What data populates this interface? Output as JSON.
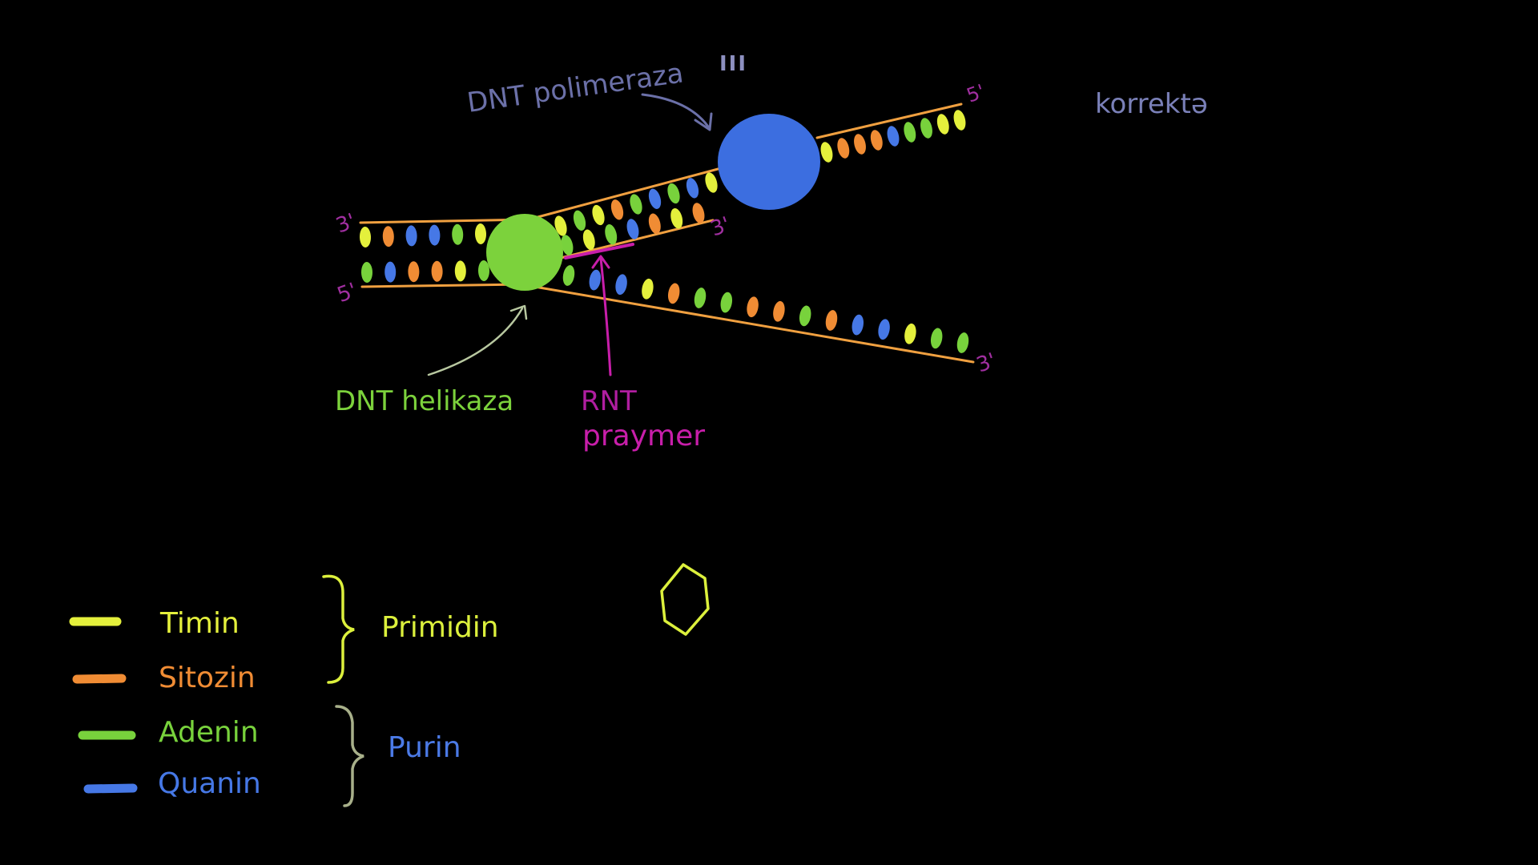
{
  "colors": {
    "background": "#000000",
    "strand": "#f0a040",
    "thymine": "#e4f03c",
    "cytosine": "#f08c34",
    "adenine": "#78d23c",
    "guanine": "#4678e6",
    "helicase": "#7cd23c",
    "polymerase": "#3c6ee0",
    "primer": "#c81eaa",
    "end_label": "#a02fa0",
    "polymerase_label": "#6b70a8",
    "korrekte_label": "#7a80b8",
    "pyrimidine_group": "#dcf03c",
    "purine_group": "#4b7ae6"
  },
  "diagram": {
    "polymerase_label": "DNT polimeraza",
    "polymerase_numeral": "III",
    "korrekte_label": "korrektə",
    "helicase_label": "DNT helikaza",
    "primer_label_line1": "RNT",
    "primer_label_line2": "praymer",
    "end_labels": {
      "left_top": "3'",
      "left_bottom": "5'",
      "upper_right": "5'",
      "inner": "3'",
      "lower_right": "3'"
    },
    "base_sequences": {
      "left_top": [
        "T",
        "C",
        "G",
        "G",
        "A",
        "T"
      ],
      "left_bottom": [
        "A",
        "G",
        "C",
        "C",
        "T",
        "A"
      ],
      "upper_template": [
        "T",
        "A",
        "T",
        "C",
        "A",
        "G",
        "A",
        "G",
        "T"
      ],
      "upper_far": [
        "T",
        "C",
        "C",
        "C",
        "G",
        "A",
        "A",
        "T",
        "T"
      ],
      "new_strand": [
        "A",
        "T",
        "A",
        "G",
        "C",
        "T",
        "C"
      ],
      "lower_template": [
        "A",
        "G",
        "G",
        "T",
        "C",
        "A",
        "A",
        "C",
        "C",
        "A",
        "C",
        "G",
        "G",
        "T",
        "A",
        "A"
      ]
    },
    "ring_shape": "hexagon"
  },
  "legend": {
    "items": [
      {
        "label": "Timin",
        "base": "thymine"
      },
      {
        "label": "Sitozin",
        "base": "cytosine"
      },
      {
        "label": "Adenin",
        "base": "adenine"
      },
      {
        "label": "Quanin",
        "base": "guanine"
      }
    ],
    "groups": [
      {
        "label": "Primidin"
      },
      {
        "label": "Purin"
      }
    ]
  }
}
